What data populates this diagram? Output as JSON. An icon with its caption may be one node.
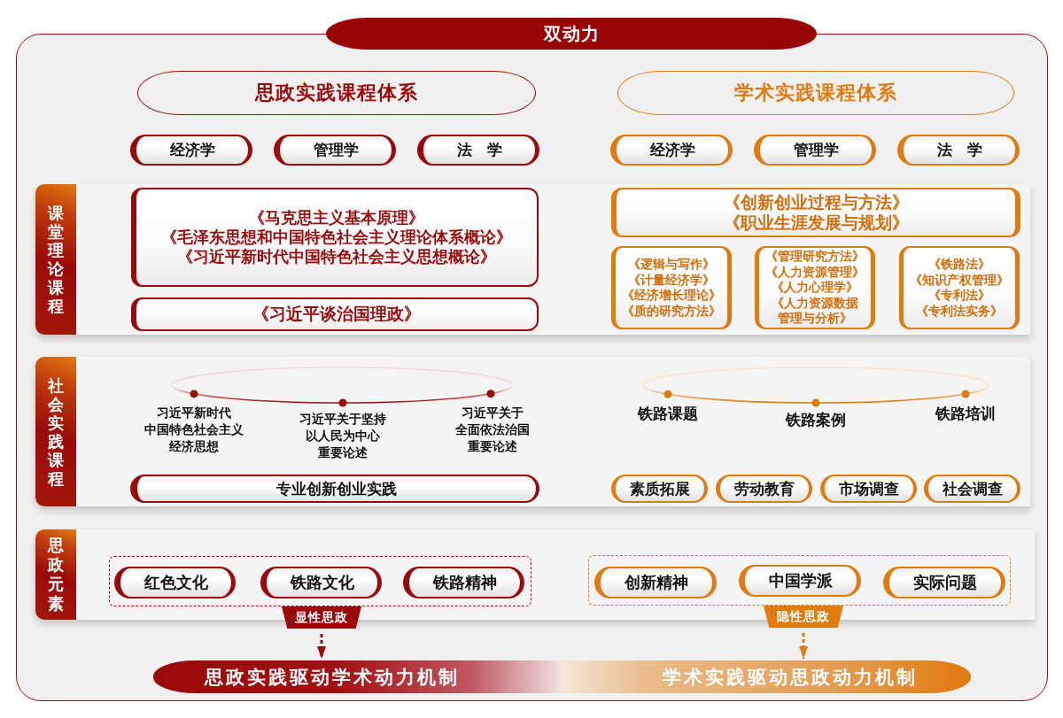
{
  "diagram": {
    "title": "双动力",
    "nodes": [
      {
        "text": [
          "思政实践课程体系"
        ]
      },
      {
        "text": [
          "学术实践课程体系"
        ]
      },
      {
        "text": [
          "经济学"
        ]
      },
      {
        "text": [
          "管理学"
        ]
      },
      {
        "text": [
          "法　学"
        ]
      },
      {
        "text": [
          "经济学"
        ]
      },
      {
        "text": [
          "管理学"
        ]
      },
      {
        "text": [
          "法　学"
        ]
      },
      {
        "text": [
          "课堂理论课程"
        ]
      },
      {
        "text": [
          "《马克思主义基本原理》",
          "《毛泽东思想和中国特色社会主义理论体系概论》",
          "《习近平新时代中国特色社会主义思想概论》"
        ],
        "in": 8
      },
      {
        "text": [
          "《习近平谈治国理政》"
        ],
        "in": 8
      },
      {
        "text": [
          "《创新创业过程与方法》",
          "《职业生涯发展与规划》"
        ],
        "in": 8
      },
      {
        "text": [
          "《逻辑与写作》",
          "《计量经济学》",
          "《经济增长理论》",
          "《质的研究方法》"
        ],
        "in": 8
      },
      {
        "text": [
          "《管理研究方法》",
          "《人力资源管理》",
          "《人力心理学》",
          "《人力资源数据管理与分析》"
        ],
        "in": 8
      },
      {
        "text": [
          "《铁路法》",
          "《知识产权管理》",
          "《专利法》",
          "《专利法实务》"
        ],
        "in": 8
      },
      {
        "text": [
          "社会实践课程"
        ]
      },
      {
        "text": [
          "专业创新创业实践"
        ],
        "in": 15
      },
      {
        "text": [
          "素质拓展"
        ],
        "in": 15
      },
      {
        "text": [
          "劳动教育"
        ],
        "in": 15
      },
      {
        "text": [
          "市场调查"
        ],
        "in": 15
      },
      {
        "text": [
          "社会调查"
        ],
        "in": 15
      },
      {
        "text": [
          "思政元素"
        ]
      },
      {
        "text": [],
        "shape": "box",
        "in": 21
      },
      {
        "text": [
          "红色文化"
        ],
        "in": 22
      },
      {
        "text": [
          "铁路文化"
        ],
        "in": 22
      },
      {
        "text": [
          "铁路精神"
        ],
        "in": 22
      },
      {
        "text": [
          "显性思政"
        ]
      },
      {
        "text": [],
        "shape": "box",
        "in": 21
      },
      {
        "text": [
          "创新精神"
        ],
        "in": 27
      },
      {
        "text": [
          "中国学派"
        ],
        "in": 27
      },
      {
        "text": [
          "实际问题"
        ],
        "in": 27
      },
      {
        "text": [
          "隐性思政"
        ]
      },
      {
        "text": [
          "思政实践驱动学术动力机制"
        ]
      },
      {
        "text": [
          "学术实践驱动思政动力机制"
        ]
      }
    ],
    "edges": [
      {
        "from": 26,
        "to": 32,
        "arrow": "to",
        "style": "dashed",
        "color": "#9b0a0a"
      },
      {
        "from": 31,
        "to": 33,
        "arrow": "to",
        "style": "dashed",
        "color": "#e07b10"
      }
    ],
    "labels": [
      "习近平新时代中国特色社会主义经济思想",
      "习近平关于坚持以人民为中心重要论述",
      "习近平关于全面依法治国重要论述",
      "铁路课题",
      "铁路案例",
      "铁路培训"
    ]
  }
}
